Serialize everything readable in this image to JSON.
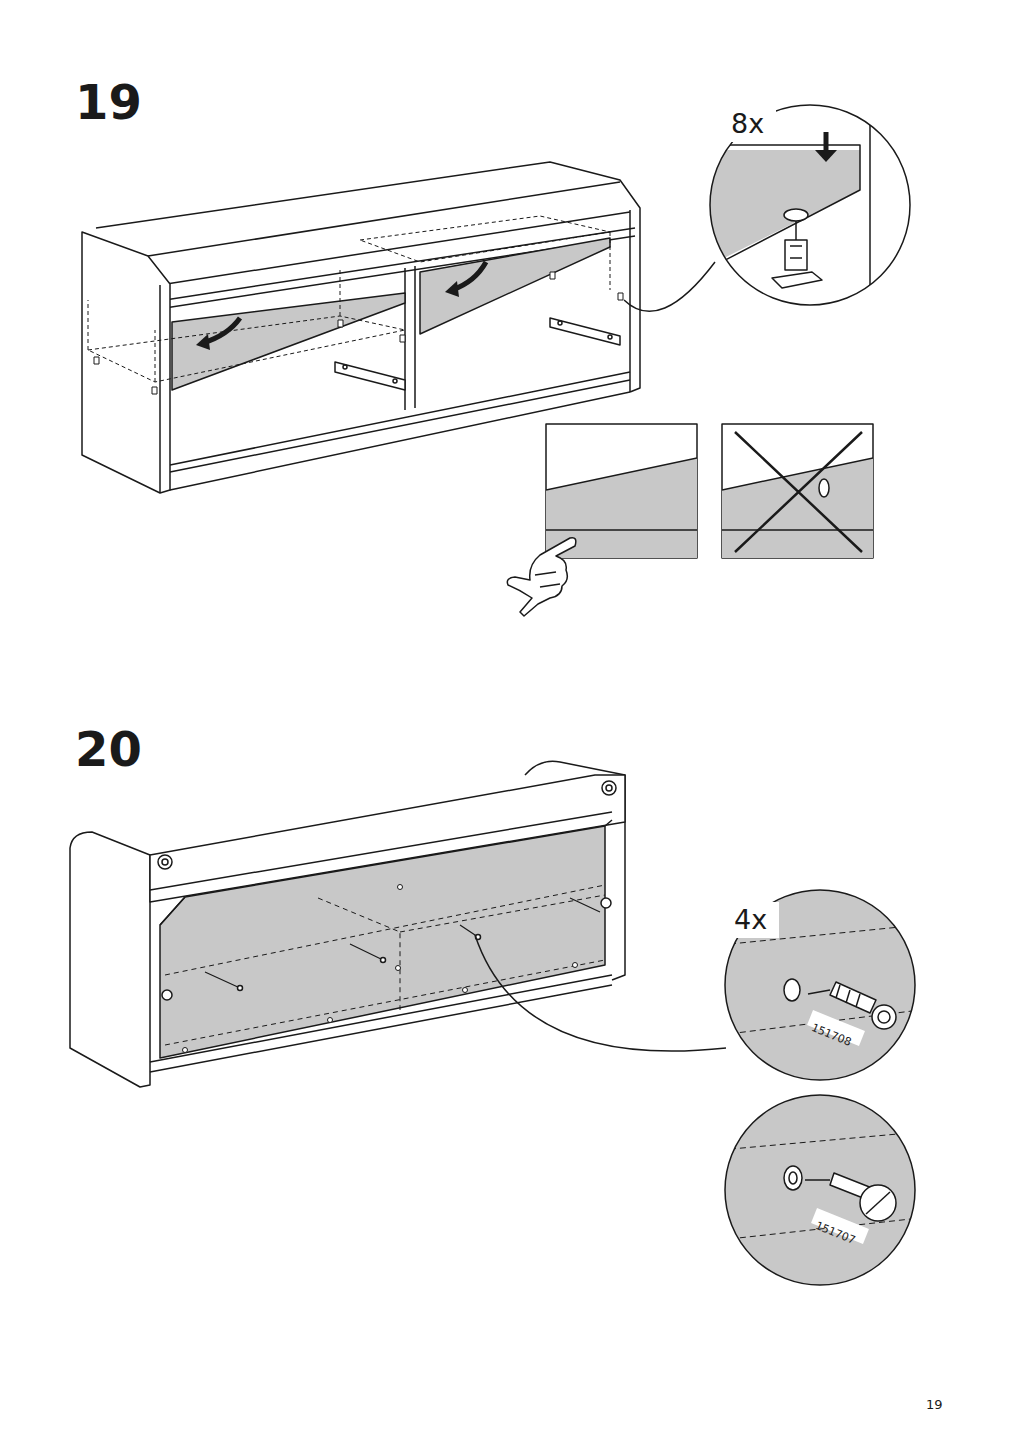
{
  "diagram": {
    "labels": [
      "19",
      "8x",
      "20",
      "4x",
      "151708",
      "151707",
      "19"
    ]
  }
}
